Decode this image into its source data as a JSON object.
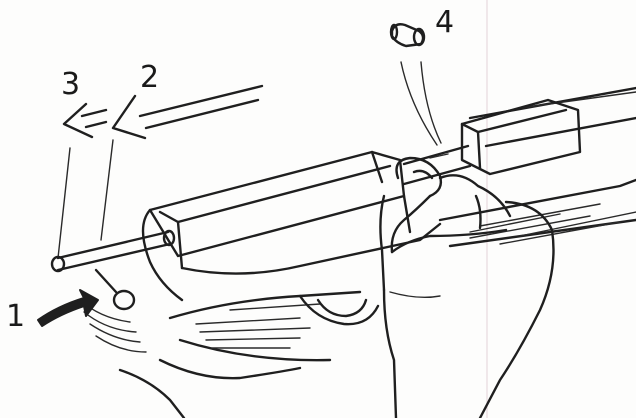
{
  "steps": {
    "step1": "1",
    "step2": "2",
    "step3": "3",
    "step4": "4"
  },
  "colors": {
    "ink": "#1f1f1f",
    "paper": "#fdfdfc"
  }
}
